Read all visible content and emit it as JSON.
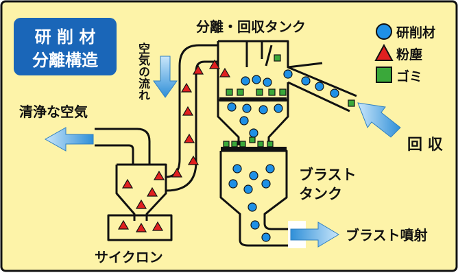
{
  "title_badge": {
    "line1": "研 削 材",
    "line2": "分離構造"
  },
  "labels": {
    "separator_tank": "分離・回収タンク",
    "airflow_vertical": "空気の流れ",
    "clean_air": "清浄な空気",
    "recovery": "回 収",
    "blast_tank_line1": "ブラスト",
    "blast_tank_line2": "タンク",
    "blast_jet": "ブラスト噴射",
    "cyclone": "サイクロン"
  },
  "legend": [
    {
      "shape": "circle",
      "label": "研削材",
      "color": "#1e90e6"
    },
    {
      "shape": "triangle",
      "label": "粉塵",
      "color": "#e02020"
    },
    {
      "shape": "square",
      "label": "ゴミ",
      "color": "#3aa83a"
    }
  ],
  "colors": {
    "background": "#fdf3a8",
    "badge": "#1a66b8",
    "arrow": "#5aaee6",
    "border": "#111111"
  }
}
